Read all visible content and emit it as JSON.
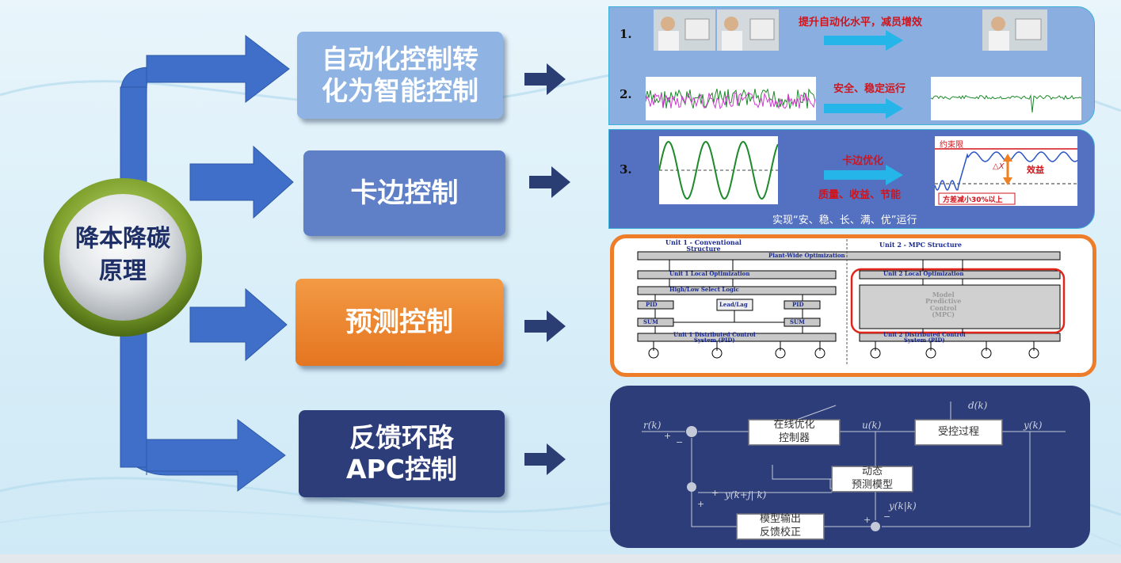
{
  "center": {
    "label": "降本降碳\n原理"
  },
  "methods": [
    {
      "label": "自动化控制转\n化为智能控制",
      "color": "#8fb3e2"
    },
    {
      "label": "卡边控制",
      "color": "#5f7fc6"
    },
    {
      "label": "预测控制",
      "color": "#ef8a2e"
    },
    {
      "label": "反馈环路\nAPC控制",
      "color": "#2c3d79"
    }
  ],
  "panel1": {
    "row1": {
      "num": "1.",
      "caption": "提升自动化水平，减员增效"
    },
    "row2": {
      "num": "2.",
      "caption": "安全、稳定运行"
    }
  },
  "panel2": {
    "num": "3.",
    "caption_top": "卡边优化",
    "caption_bottom": "质量、收益、节能",
    "limit_label": "约束限",
    "delta_label": "△X",
    "benefit_label": "效益",
    "variance_label": "方差减小30%以上",
    "footer": "实现“安、稳、长、满、优”运行"
  },
  "panel3": {
    "unit1_title": "Unit 1 - Conventional\nStructure",
    "unit2_title": "Unit 2 - MPC Structure",
    "plant_wide": "Plant-Wide Optimization",
    "unit1_local": "Unit 1 Local Optimization",
    "unit2_local": "Unit 2 Local Optimization",
    "select_logic": "High/Low Select Logic",
    "pid": "PID",
    "lead_lag": "Lead/Lag",
    "sum": "SUM",
    "mpc": "Model\nPredictive\nControl\n(MPC)",
    "unit1_dcs": "Unit 1 Distributed Control\nSystem (PID)",
    "unit2_dcs": "Unit 2 Distributed Control\nSystem (PID)"
  },
  "panel4": {
    "r": "r(k)",
    "u": "u(k)",
    "d": "d(k)",
    "y": "y(k)",
    "controller": "在线优化\n控制器",
    "process": "受控过程",
    "model": "动态\n预测模型",
    "correction": "模型输出\n反馈校正",
    "y_pred": "y(k+j| k)",
    "y_est": "y(k|k)",
    "plus": "+",
    "minus": "−"
  },
  "colors": {
    "arrow": "#3f6fc9",
    "ring": "#7ea02c",
    "panel_blue": "#8aaee0",
    "panel_mid": "#5470c0",
    "panel_dark": "#2c3d79",
    "orange": "#ee7d2a"
  }
}
